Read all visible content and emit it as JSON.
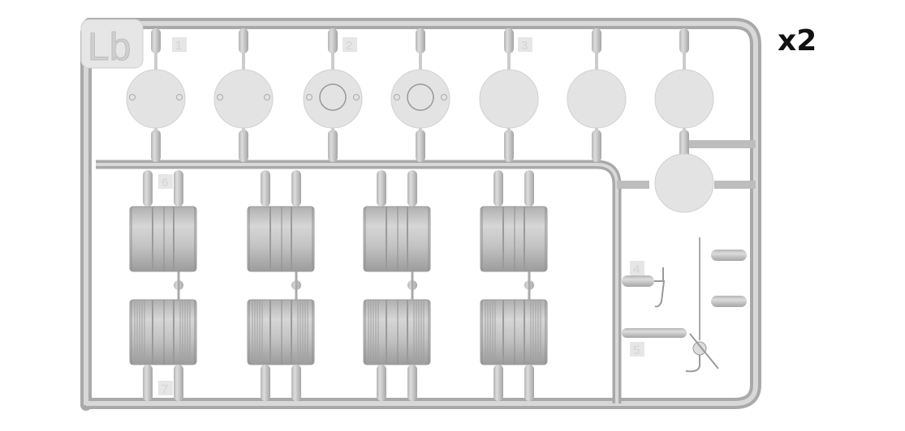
{
  "sprue_label": "Lb",
  "multiplier": "x2",
  "part_numbers": [
    "1",
    "2",
    "3",
    "4",
    "5",
    "6",
    "7"
  ],
  "colors": {
    "plastic": "#c8c8c8",
    "plastic_dark": "#a9a9a9",
    "disc": "#e3e3e3",
    "tag": "#e6e6e6"
  }
}
